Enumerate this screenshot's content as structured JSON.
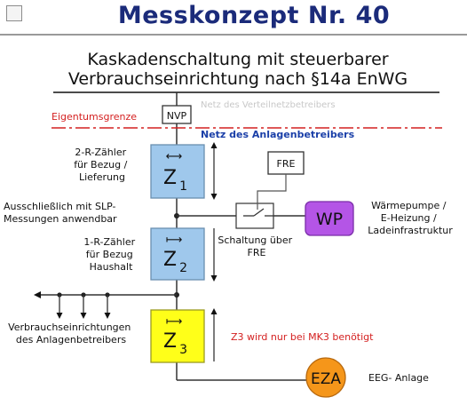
{
  "header": {
    "title": "Messkonzept Nr. 40"
  },
  "diagram": {
    "subtitle_line1": "Kaskadenschaltung mit steuerbarer",
    "subtitle_line2": "Verbrauchseinrichtung nach §14a EnWG",
    "grid_label": "Netz des Verteilnetzbetreibers",
    "nvp_label": "NVP",
    "ownership_label": "Eigentumsgrenze",
    "customer_grid_label": "Netz des Anlagenbetreibers",
    "fre_label": "FRE",
    "z1": {
      "label": "Z",
      "sub": "1",
      "arrow": "⟷",
      "desc": [
        "2-R-Zähler",
        "für Bezug /",
        "Lieferung"
      ]
    },
    "slp_note": [
      "Ausschließlich mit SLP-",
      "Messungen anwendbar"
    ],
    "switch_caption": [
      "Schaltung über",
      "FRE"
    ],
    "wp": {
      "label": "WP",
      "desc": [
        "Wärmepumpe /",
        "E-Heizung /",
        "Ladeinfrastruktur"
      ]
    },
    "z2": {
      "label": "Z",
      "sub": "2",
      "arrow": "⟼",
      "desc": [
        "1-R-Zähler",
        "für Bezug",
        "Haushalt"
      ]
    },
    "consumers_desc": [
      "Verbrauchseinrichtungen",
      "des Anlagenbetreibers"
    ],
    "z3": {
      "label": "Z",
      "sub": "3",
      "arrow": "⟼",
      "note": "Z3 wird nur bei MK3 benötigt"
    },
    "eza": {
      "label": "EZA",
      "desc": "EEG- Anlage"
    }
  },
  "colors": {
    "title": "#1b2b7a",
    "meter_blue": "#9fc8ec",
    "meter_yellow": "#ffff19",
    "wp_purple": "#b455e6",
    "eza_orange": "#f5961a",
    "accent_red": "#d42020",
    "accent_blue": "#1a3fa8"
  }
}
